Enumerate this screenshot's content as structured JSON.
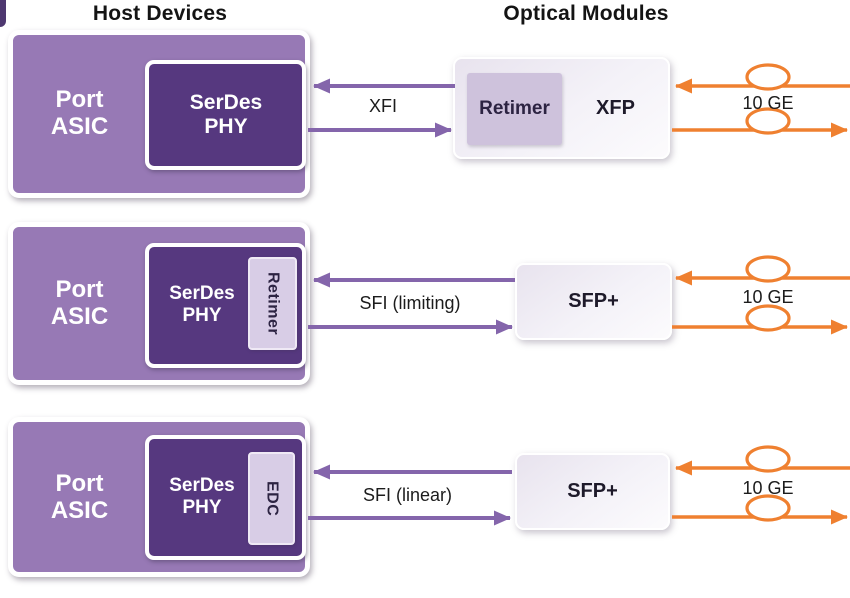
{
  "header": {
    "host_devices": "Host Devices",
    "optical_modules": "Optical Modules"
  },
  "colors": {
    "port_asic_fill": "#9779b5",
    "serdes_fill": "#56387f",
    "chip_fill": "#cec2dc",
    "sub_block_fill": "#d8cde6",
    "purple_arrow": "#8465ab",
    "orange_arrow": "#ef8030"
  },
  "rows": [
    {
      "port_asic": {
        "line1": "Port",
        "line2": "ASIC"
      },
      "serdes": {
        "line1": "SerDes",
        "line2": "PHY"
      },
      "link_label": "XFI",
      "module": {
        "label": "XFP",
        "chip": "Retimer"
      },
      "fiber_label": "10 GE"
    },
    {
      "port_asic": {
        "line1": "Port",
        "line2": "ASIC"
      },
      "serdes": {
        "line1": "SerDes",
        "line2": "PHY",
        "sub": "Retimer"
      },
      "link_label": "SFI (limiting)",
      "module": {
        "label": "SFP+"
      },
      "fiber_label": "10 GE"
    },
    {
      "port_asic": {
        "line1": "Port",
        "line2": "ASIC"
      },
      "serdes": {
        "line1": "SerDes",
        "line2": "PHY",
        "sub": "EDC"
      },
      "link_label": "SFI (linear)",
      "module": {
        "label": "SFP+"
      },
      "fiber_label": "10 GE"
    }
  ]
}
